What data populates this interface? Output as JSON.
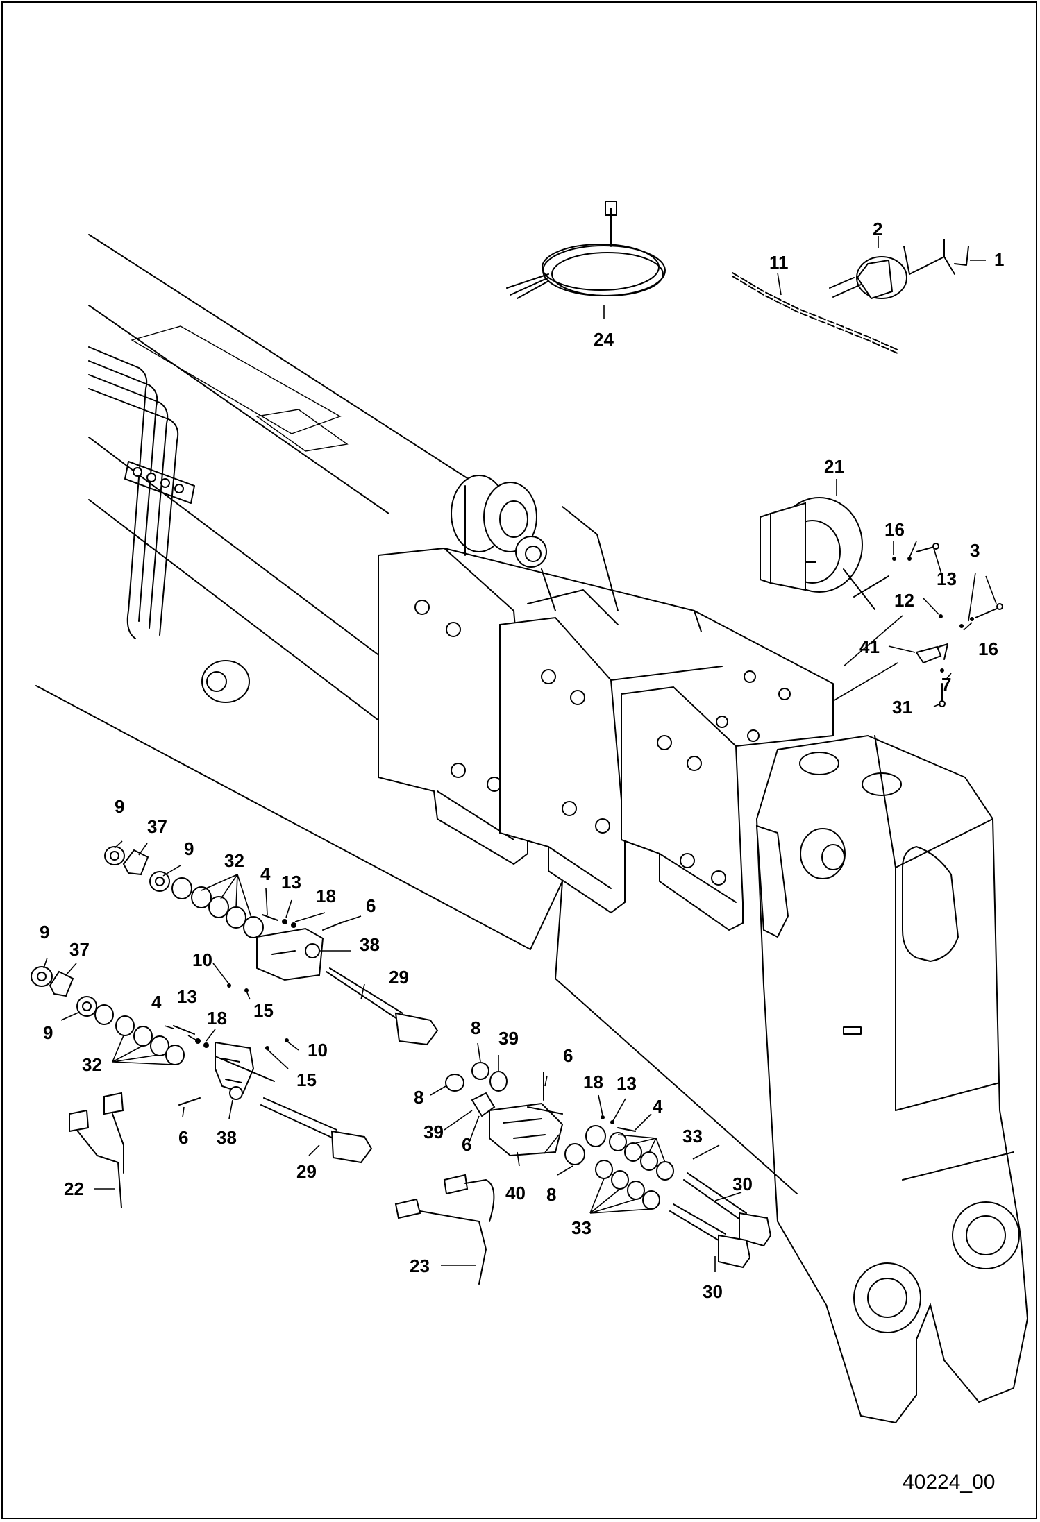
{
  "drawing_number": "40224_00",
  "callouts": {
    "c1": "1",
    "c2": "2",
    "c3": "3",
    "c4a": "4",
    "c4b": "4",
    "c4c": "4",
    "c6a": "6",
    "c6b": "6",
    "c6c": "6",
    "c6d": "6",
    "c7": "7",
    "c8a": "8",
    "c8b": "8",
    "c8c": "8",
    "c9a": "9",
    "c9b": "9",
    "c9c": "9",
    "c9d": "9",
    "c10a": "10",
    "c10b": "10",
    "c11": "11",
    "c12": "12",
    "c13a": "13",
    "c13b": "13",
    "c13c": "13",
    "c13d": "13",
    "c15a": "15",
    "c15b": "15",
    "c16a": "16",
    "c16b": "16",
    "c18a": "18",
    "c18b": "18",
    "c18c": "18",
    "c21": "21",
    "c22": "22",
    "c23": "23",
    "c24": "24",
    "c29a": "29",
    "c29b": "29",
    "c30a": "30",
    "c30b": "30",
    "c31": "31",
    "c32a": "32",
    "c32b": "32",
    "c33a": "33",
    "c33b": "33",
    "c37a": "37",
    "c37b": "37",
    "c38a": "38",
    "c38b": "38",
    "c39a": "39",
    "c39b": "39",
    "c40": "40",
    "c41": "41"
  }
}
